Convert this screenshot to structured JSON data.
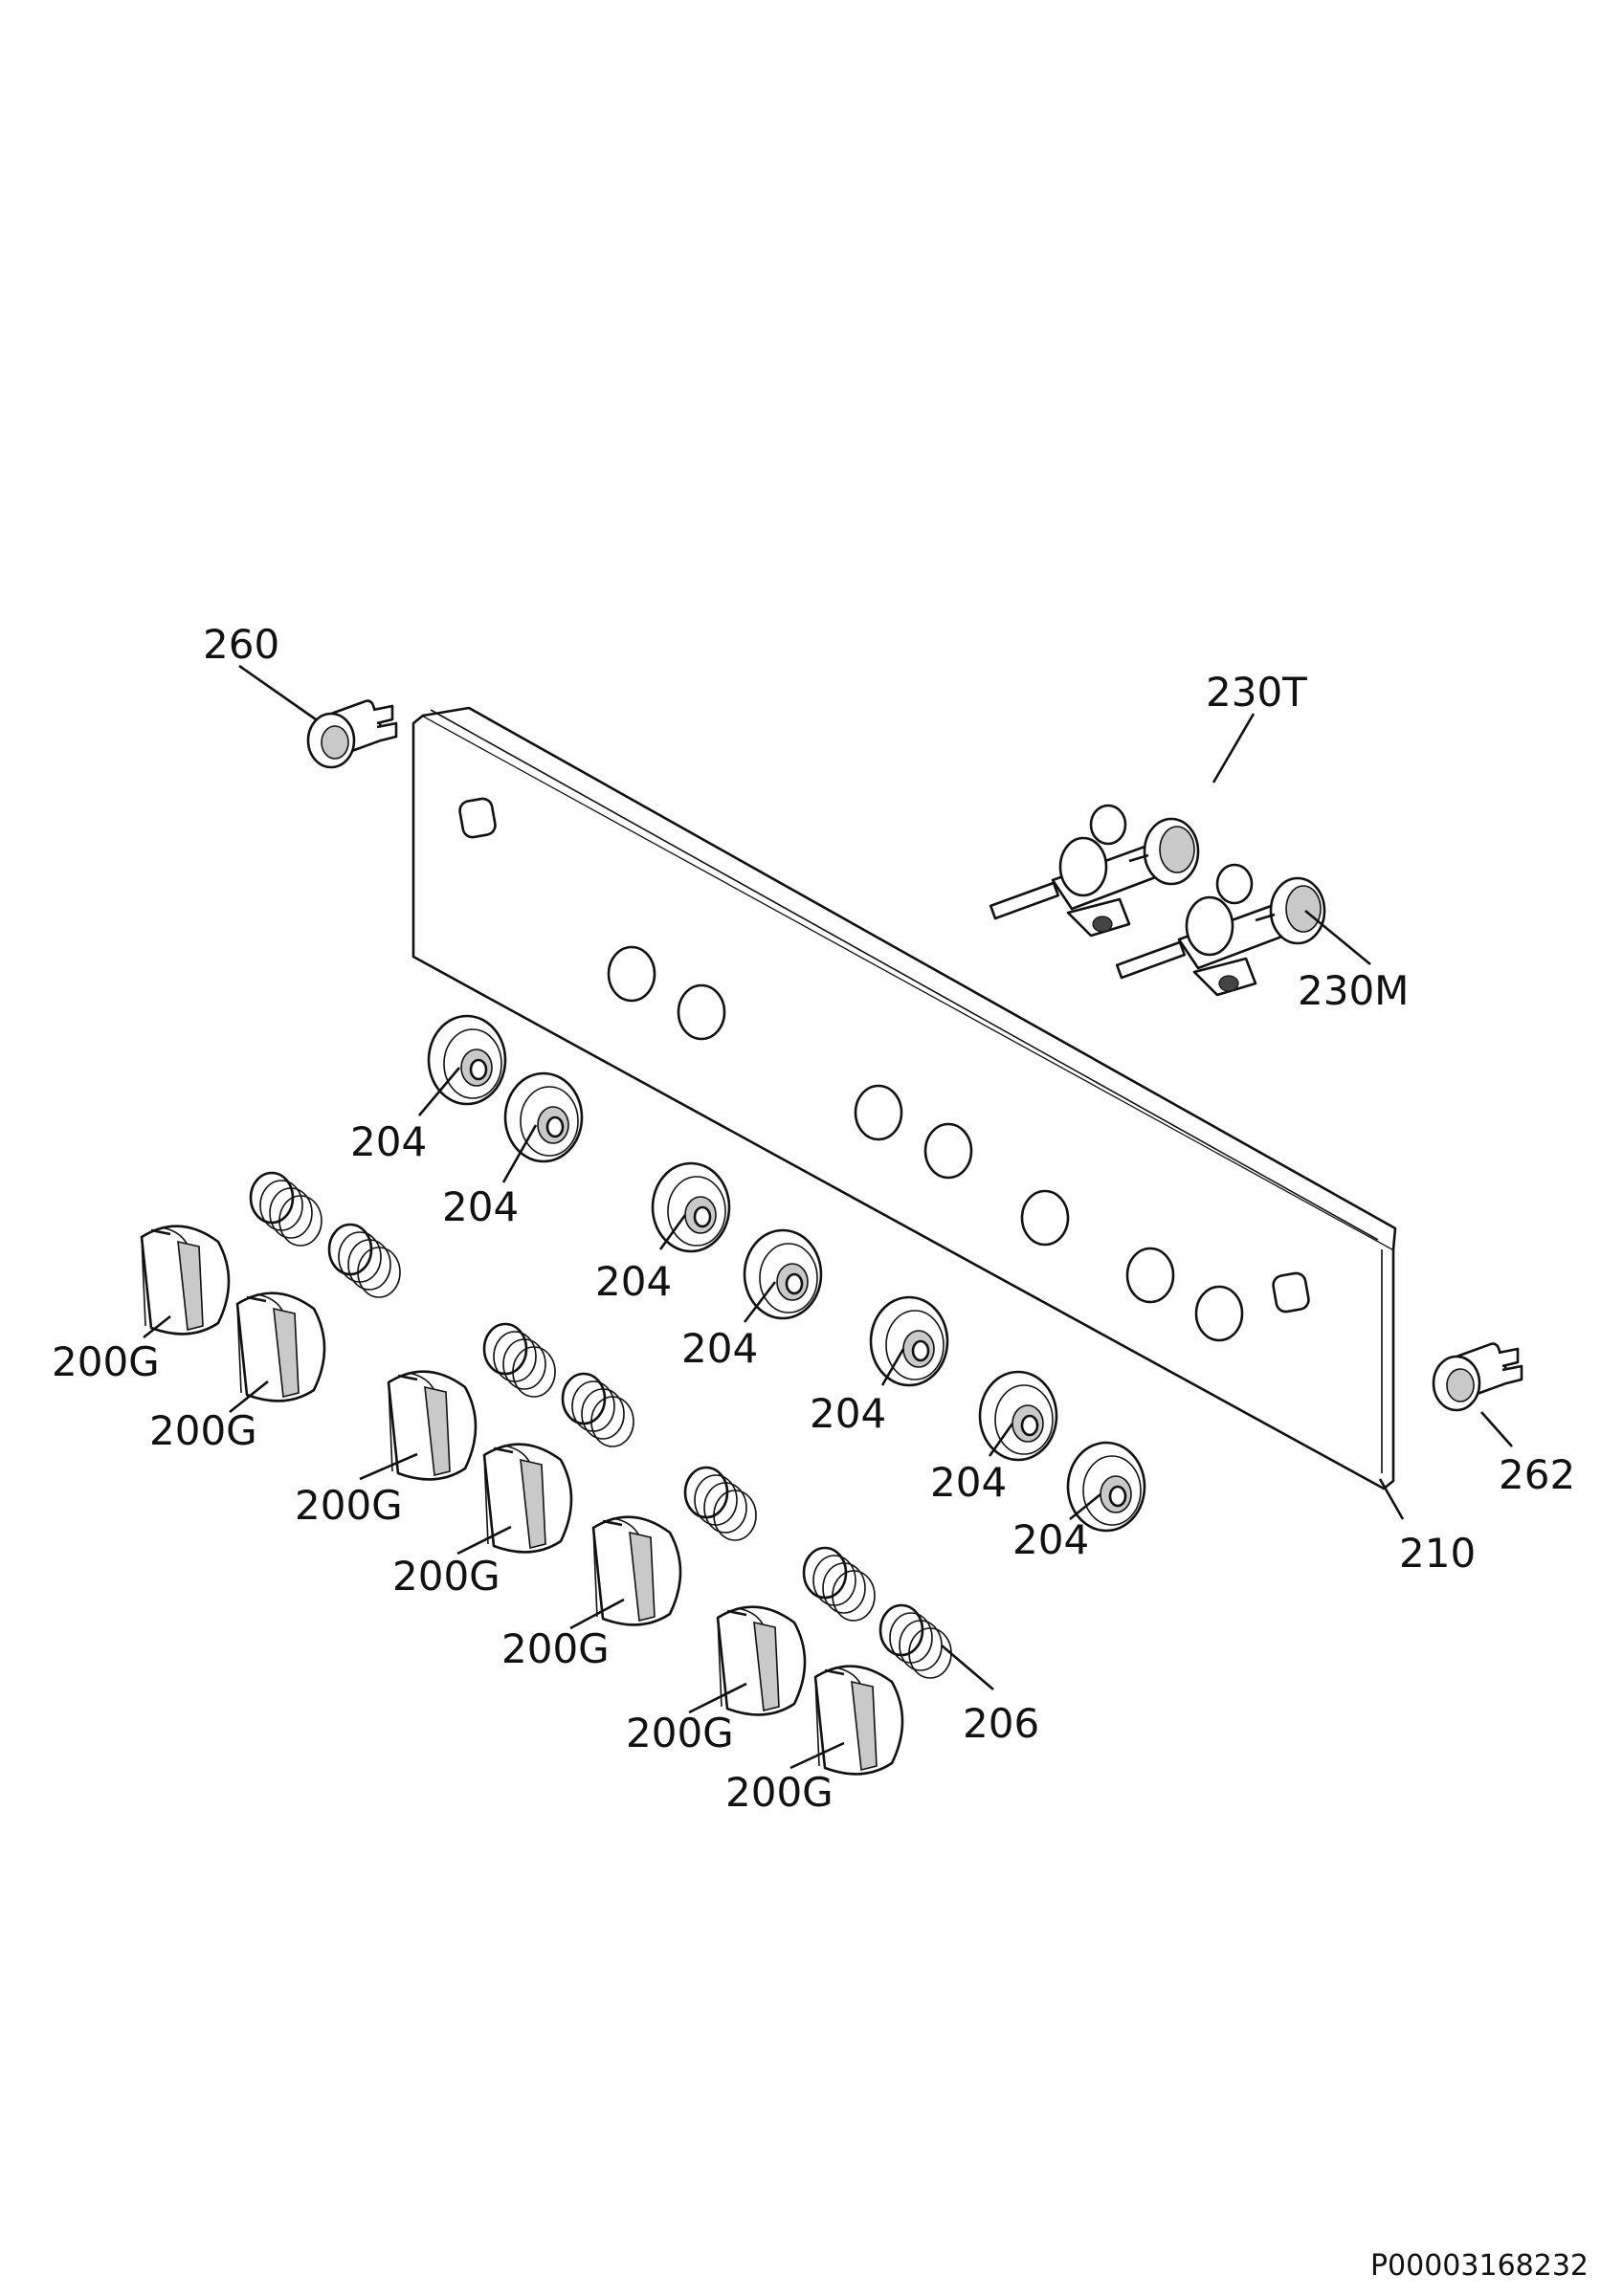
{
  "reference": "P00003168232",
  "labels": {
    "switch_left": "260",
    "switch_right": "262",
    "valve_top": "230T",
    "valve_bottom": "230M",
    "panel": "210",
    "bezel": "204",
    "knob": "200G",
    "spring": "206"
  }
}
